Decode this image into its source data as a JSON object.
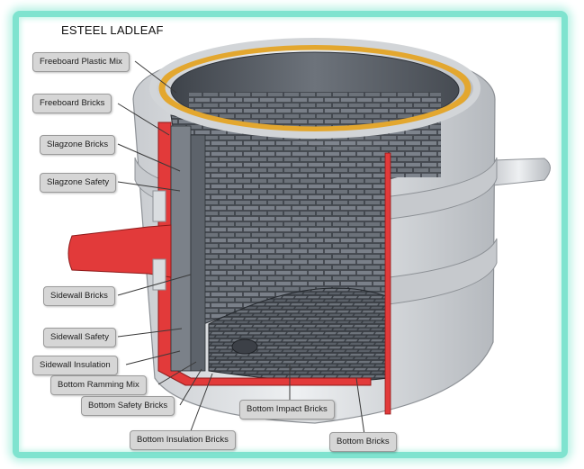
{
  "brand": "ESTEEL LADLEAF",
  "labels": {
    "freeboard_plastic_mix": "Freeboard Plastic Mix",
    "freeboard_bricks": "Freeboard Bricks",
    "slagzone_bricks": "Slagzone Bricks",
    "slagzone_safety": "Slagzone Safety",
    "sidewall_bricks": "Sidewall Bricks",
    "sidewall_safety": "Sidewall Safety",
    "sidewall_insulation": "Sidewall Insulation",
    "bottom_ramming_mix": "Bottom Ramming Mix",
    "bottom_safety_bricks": "Bottom Safety Bricks",
    "bottom_insulation_bricks": "Bottom Insulation Bricks",
    "bottom_impact_bricks": "Bottom Impact Bricks",
    "bottom_bricks": "Bottom Bricks"
  },
  "colors": {
    "frame": "#7fe3cf",
    "steel_shell": "#d9dcdf",
    "refractory_brick": "#5d636b",
    "plastic_mix": "#e3a72f",
    "safety_lining": "#e23a3a"
  }
}
